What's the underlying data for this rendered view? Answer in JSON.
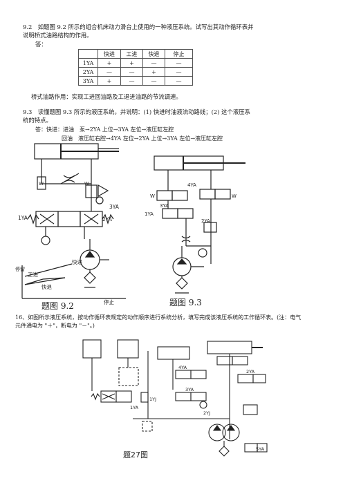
{
  "q92": {
    "title_line1": "9.2　如题图 9.2 所示的组合机床动力滑台上使用的一种液压系统。试写出其动作循环表并",
    "title_line2": "说明桥式油路结构的作用。",
    "answer_label": "答：",
    "table": {
      "header": [
        "",
        "快进",
        "工进",
        "快退",
        "停止"
      ],
      "rows": [
        [
          "1YA",
          "+",
          "+",
          "—",
          "—"
        ],
        [
          "2YA",
          "—",
          "—",
          "+",
          "—"
        ],
        [
          "3YA",
          "+",
          "—",
          "—",
          "—"
        ]
      ]
    },
    "bridge_note": "桥式油路作用：实现工进回油路及工退进油路的节流调速。"
  },
  "q93": {
    "title_line1": "9.3　读懂题图 9.3 所示的液压系统，并说明：(1) 快进时油液流动路线；(2) 这个液压系",
    "title_line2": "统的特点。",
    "answer_line1": "答：快进：进油　泵→2YA 上位→3YA 左位→液压缸左腔",
    "answer_line2": "回油　液压缸右腔→4YA 左位→2YA 上位→3YA 左位→液压缸左腔"
  },
  "fig92": {
    "caption": "题图 9.2",
    "labels": [
      "W",
      "3YA",
      "1YA",
      "2YA",
      "W",
      "快进",
      "工进",
      "快退",
      "停止",
      "停留"
    ]
  },
  "fig93": {
    "caption": "题图 9.3",
    "labels": [
      "4YA",
      "W",
      "3YA",
      "1YA",
      "W",
      "2YA"
    ]
  },
  "q16": {
    "line1": "16、如图所示液压系统，按动作循环表规定的动作顺序进行系统分析，填写完成该液压系统的工作循环表。(注：电气",
    "line2": "元件通电为 \"＋\"，断电为 \"－\"。)"
  },
  "fig27": {
    "caption": "题27图",
    "labels": [
      "1YA",
      "2YA",
      "3YA",
      "4YA",
      "5YA",
      "1YJ",
      "2YJ"
    ]
  }
}
